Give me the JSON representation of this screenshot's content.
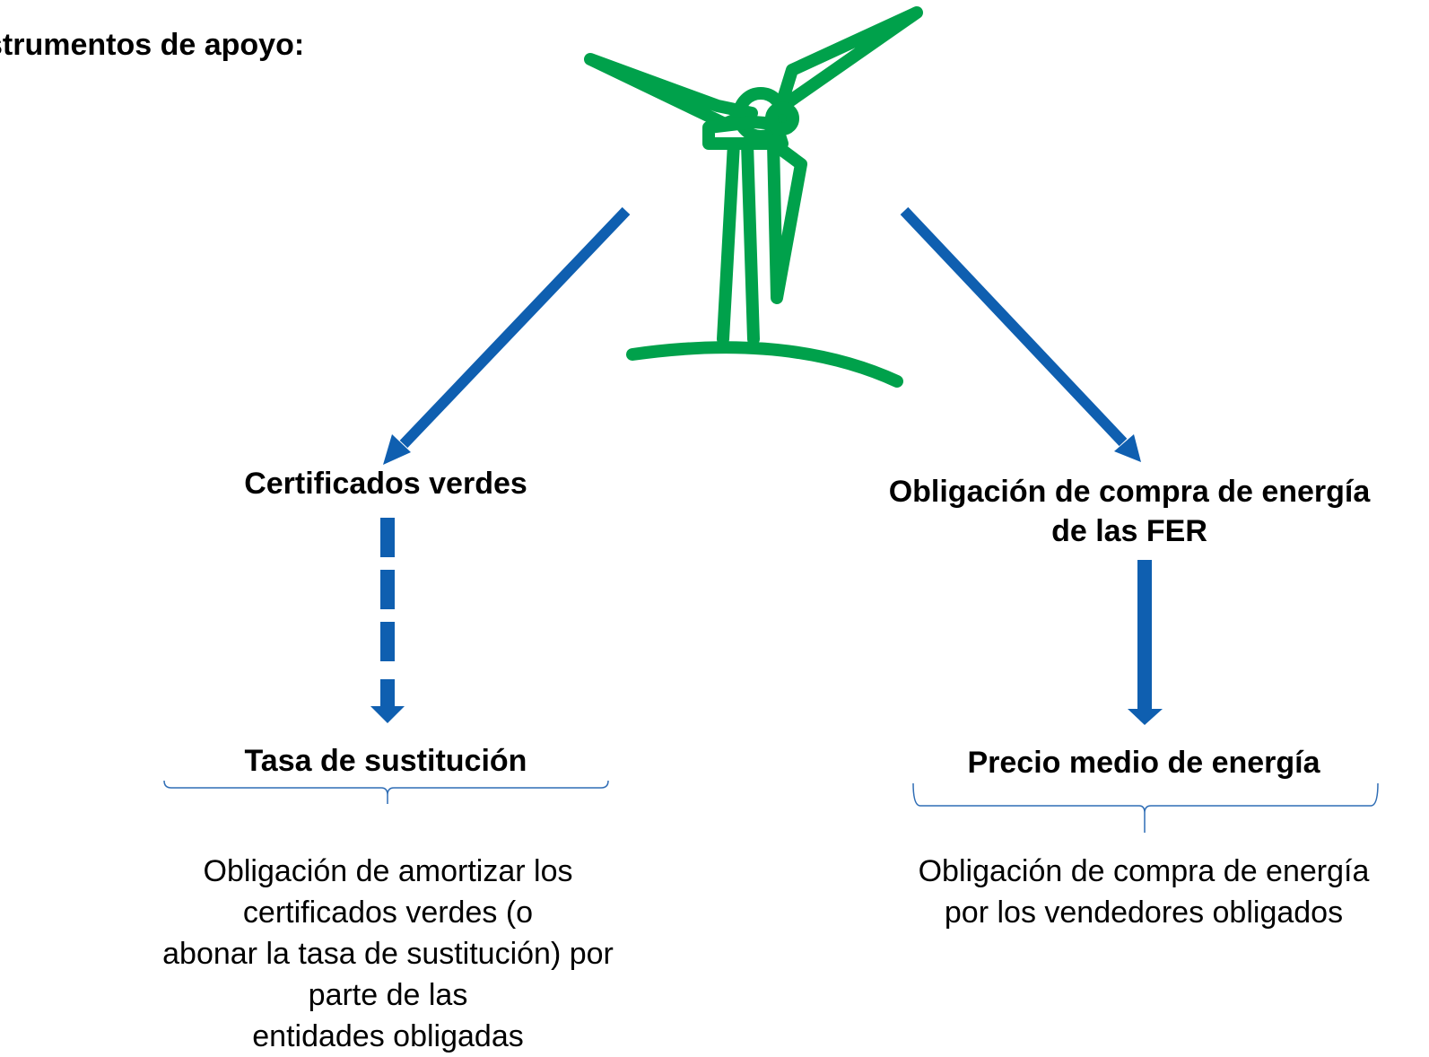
{
  "title": "strumentos de apoyo:",
  "nodes": {
    "left_top": "Certificados verdes",
    "right_top_line1": "Obligación de compra de energía",
    "right_top_line2": "de las FER",
    "left_bottom": "Tasa de sustitución",
    "right_bottom": "Precio medio de energía"
  },
  "descriptions": {
    "left_line1": "Obligación de amortizar los certificados verdes (o",
    "left_line2": "abonar la tasa de sustitución) por parte de las",
    "left_line3": "entidades obligadas",
    "right_line1": "Obligación de compra de energía",
    "right_line2": "por los vendedores obligados"
  },
  "colors": {
    "turbine": "#00a14b",
    "arrow": "#0f5fb0",
    "brace": "#2f6db5"
  },
  "icon": "wind-turbine-icon"
}
